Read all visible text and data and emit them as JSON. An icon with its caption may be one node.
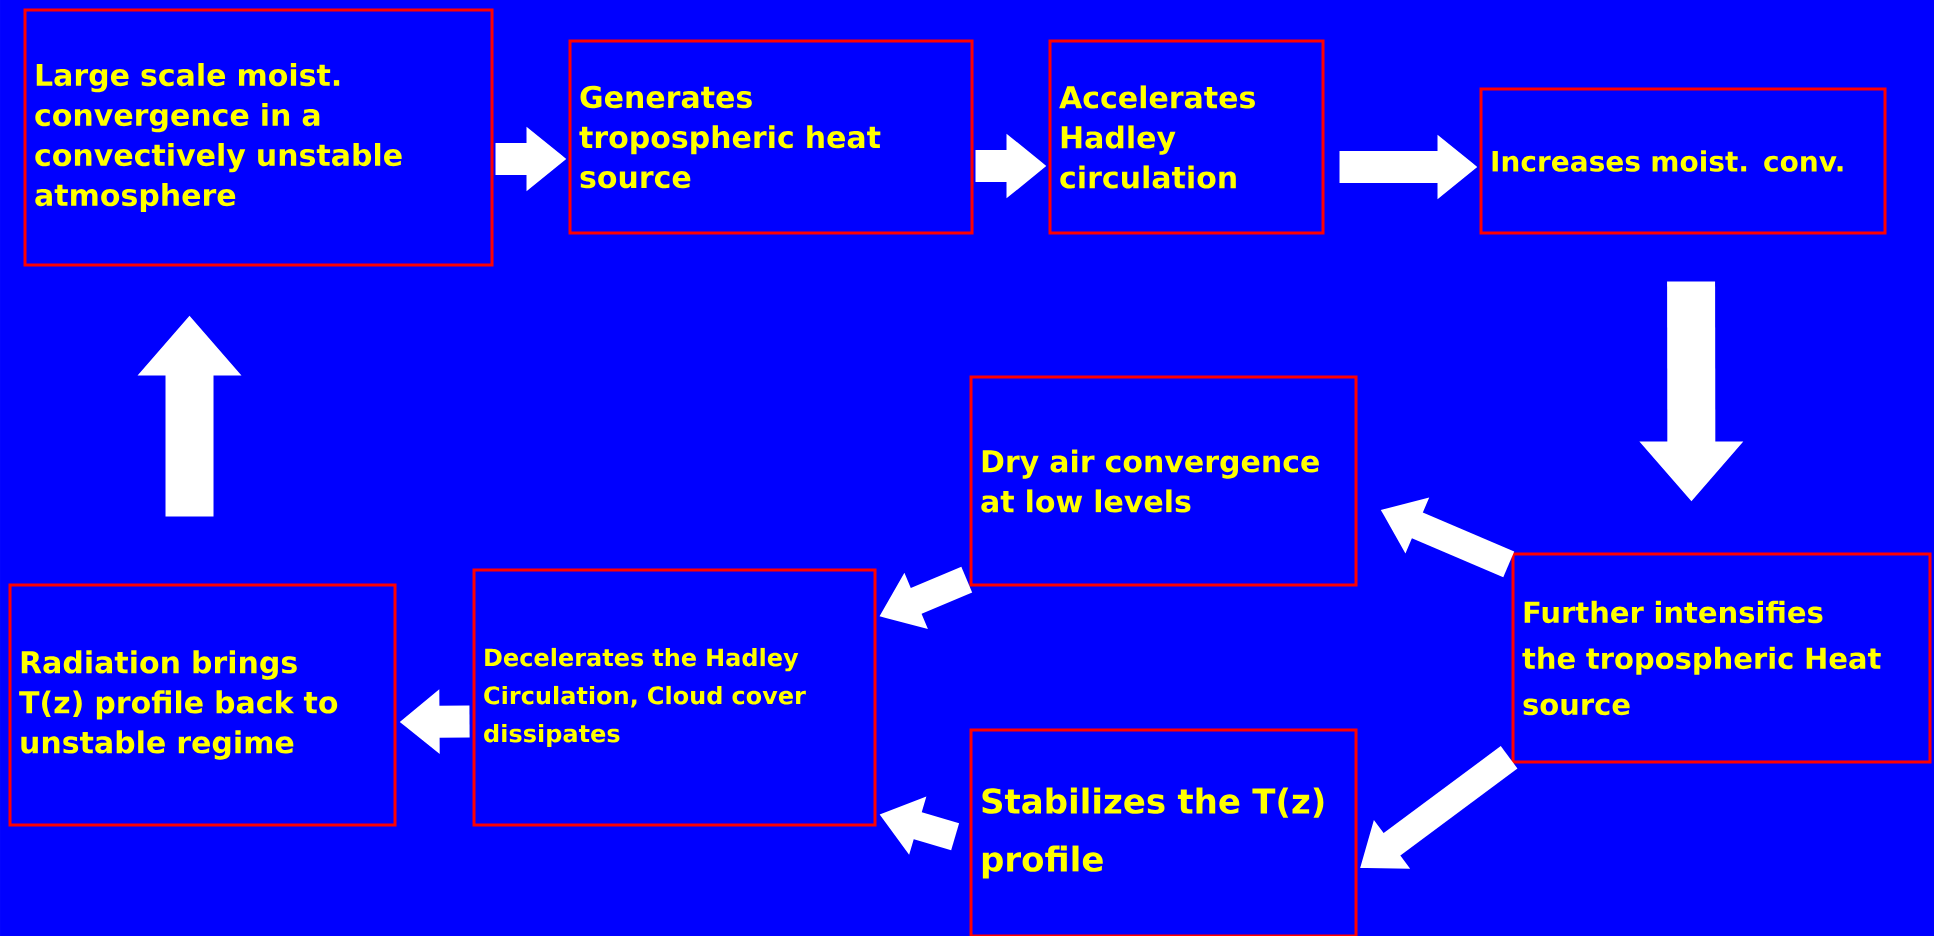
{
  "diagram": {
    "nodes": [
      {
        "text": [
          "Large scale moist. convergence in a convectively unstable atmosphere"
        ]
      },
      {
        "text": [
          "Generates tropospheric heat source"
        ]
      },
      {
        "text": [
          "Accelerates Hadley circulation"
        ]
      },
      {
        "text": [
          "Increases moist. conv."
        ]
      },
      {
        "text": [
          "Dry air convergence at low levels"
        ]
      },
      {
        "text": [
          "Further intensifies the tropospheric Heat source"
        ]
      },
      {
        "text": [
          "Radiation brings T(z) profile back to unstable regime"
        ]
      },
      {
        "text": [
          "Decelerates the Hadley Circulation, Cloud cover dissipates"
        ]
      },
      {
        "text": [
          "Stabilizes the T(z) profile"
        ]
      }
    ],
    "edges": [
      {
        "from": 0,
        "to": 1,
        "arrow": "to"
      },
      {
        "from": 1,
        "to": 2,
        "arrow": "to"
      },
      {
        "from": 2,
        "to": 3,
        "arrow": "to"
      },
      {
        "from": 3,
        "to": 5,
        "arrow": "to"
      },
      {
        "from": 5,
        "to": 4,
        "arrow": "to"
      },
      {
        "from": 5,
        "to": 8,
        "arrow": "to"
      },
      {
        "from": 4,
        "to": 7,
        "arrow": "to"
      },
      {
        "from": 8,
        "to": 7,
        "arrow": "to"
      },
      {
        "from": 7,
        "to": 6,
        "arrow": "to"
      },
      {
        "from": 6,
        "to": 0,
        "arrow": "to"
      }
    ]
  }
}
